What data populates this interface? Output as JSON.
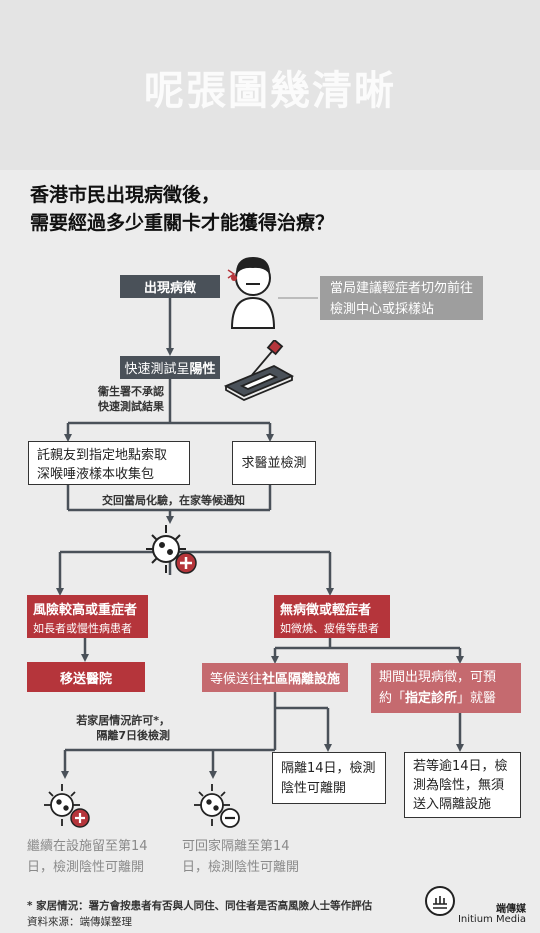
{
  "banner_title": "呢張圖幾清晰",
  "question_line1": "香港市民出現病徵後，",
  "question_line2": "需要經過多少重關卡才能獲得治療？",
  "nodes": {
    "symptoms": "出現病徵",
    "advice_line1": "當局建議輕症者切勿前往",
    "advice_line2": "檢測中心或採樣站",
    "rapid_test_prefix": "快速測試呈",
    "rapid_test_bold": "陽性",
    "health_dept_line1": "衞生署不承認",
    "health_dept_line2": "快速測試結果",
    "sample_pack_line1": "託親友到指定地點索取",
    "sample_pack_line2": "深喉唾液樣本收集包",
    "seek_doctor": "求醫並檢測",
    "submit_note": "交回當局化驗，在家等候通知",
    "high_risk_title": "風險較高或重症者",
    "high_risk_sub": "如長者或慢性病患者",
    "mild_title": "無病徵或輕症者",
    "mild_sub": "如微燒、疲倦等患者",
    "hospital": "移送醫院",
    "await_prefix": "等候送往",
    "await_bold": "社區隔離設施",
    "clinic_line1": "期間出現病徵，可預",
    "clinic_line2_prefix": "約「",
    "clinic_line2_bold": "指定診所",
    "clinic_line2_suffix": "」就醫",
    "home_condition_line1": "若家居情況許可*，",
    "home_condition_line2": "隔離7日後檢測",
    "isolate14_line1": "隔離14日，檢測",
    "isolate14_line2": "陰性可離開",
    "over14_line1": "若等逾14日，檢",
    "over14_line2": "測為陰性，無須",
    "over14_line3": "送入隔離設施",
    "positive_line1": "繼續在設施留至第14",
    "positive_line2": "日，檢測陰性可離開",
    "negative_line1": "可回家隔離至第14",
    "negative_line2": "日，檢測陰性可離開"
  },
  "footer": {
    "note": "* 家居情況：署方會按患者有否與人同住、同住者是否高風險人士等作評估",
    "source": "資料來源：端傳媒整理",
    "brand_cn": "端傳媒",
    "brand_en": "Initium Media"
  },
  "colors": {
    "dark": "#4a5159",
    "red": "#b5353b",
    "pink": "#c56a6f",
    "gray": "#9e9e9e"
  }
}
